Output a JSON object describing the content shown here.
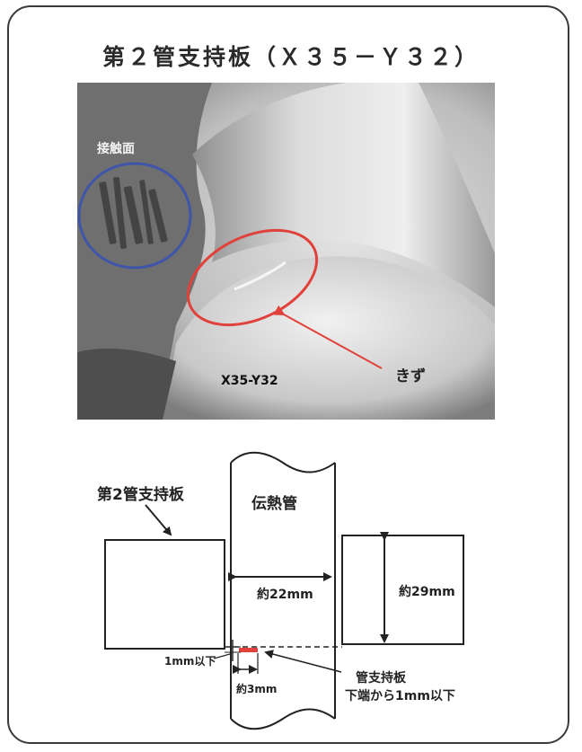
{
  "title": "第２管支持板（Ｘ３５－Ｙ３２）",
  "photo": {
    "contact_label": "接触面",
    "scratch_label": "きず",
    "location_label": "X35-Y32"
  },
  "diagram": {
    "plate_label": "第2管支持板",
    "tube_label": "伝熱管",
    "tube_width_label": "約22mm",
    "plate_height_label": "約29mm",
    "gap_label": "1mm以下",
    "scratch_width_label": "約3mm",
    "note_line1": "管支持板",
    "note_line2": "下端から1mm以下"
  },
  "colors": {
    "accent_red": "#e0413a",
    "circle_blue": "#3f55a8",
    "line": "#222222"
  }
}
